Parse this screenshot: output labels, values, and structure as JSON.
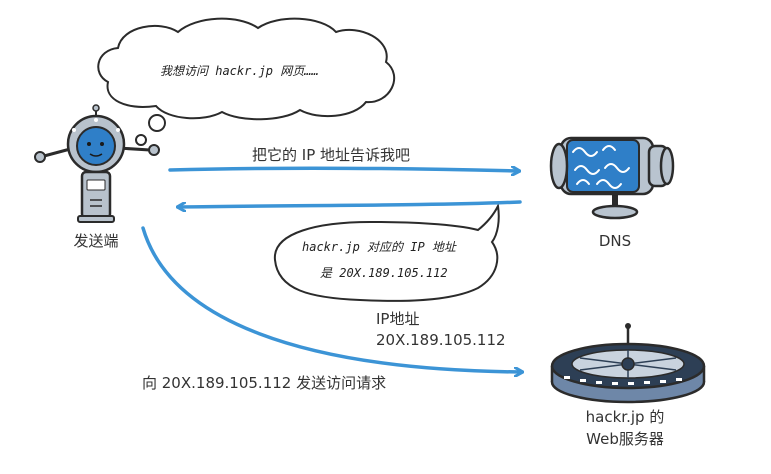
{
  "colors": {
    "arrow": "#3c94d6",
    "outline": "#2b2b2b",
    "robot_body": "#b8c2cc",
    "robot_face": "#2f7fc8",
    "dns_body": "#b9c4cf",
    "dns_pattern": "#2f7fc8",
    "server_top": "#2d3f55",
    "server_ring": "#6e87a8",
    "bubble_fill": "#ffffff"
  },
  "icons": {
    "client": "robot-client-icon",
    "dns": "dns-server-icon",
    "web": "web-server-icon"
  },
  "thought_bubble": {
    "text": "我想访问 hackr.jp 网页……"
  },
  "client": {
    "label": "发送端"
  },
  "request_ip": {
    "text": "把它的 IP 地址告诉我吧"
  },
  "dns": {
    "label": "DNS"
  },
  "dns_reply": {
    "line1": "hackr.jp 对应的 IP 地址",
    "line2": "是 20X.189.105.112"
  },
  "ip_info": {
    "line1": "IP地址",
    "line2": "20X.189.105.112"
  },
  "send_request": {
    "text": "向 20X.189.105.112 发送访问请求"
  },
  "web_server": {
    "line1": "hackr.jp 的",
    "line2": "Web服务器"
  }
}
